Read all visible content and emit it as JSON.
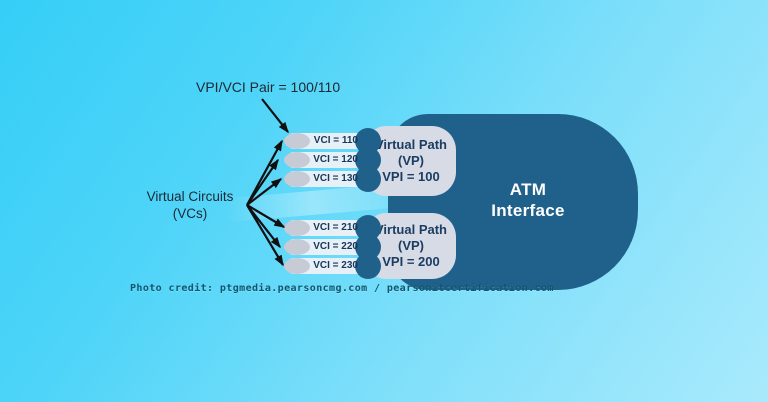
{
  "labels": {
    "vpi_vci_pair": "VPI/VCI Pair = 100/110",
    "virtual_circuits_line1": "Virtual Circuits",
    "virtual_circuits_line2": "(VCs)"
  },
  "vp_groups": [
    {
      "vci_labels": [
        "VCI = 110",
        "VCI = 120",
        "VCI = 130"
      ],
      "title_line1": "Virtual Path",
      "title_line2": "(VP)",
      "vpi_line": "VPI = 100"
    },
    {
      "vci_labels": [
        "VCI = 210",
        "VCI = 220",
        "VCI = 230"
      ],
      "title_line1": "Virtual Path",
      "title_line2": "(VP)",
      "vpi_line": "VPI = 200"
    }
  ],
  "atm": {
    "line1": "ATM",
    "line2": "Interface"
  },
  "credit": {
    "text": "Photo credit: ptgmedia.pearsoncmg.com / pearsonitcertification.com"
  },
  "colors": {
    "background_top_left": "#35cef7",
    "background_bottom_right": "#a9eafc",
    "atm_body": "#20618c",
    "vp_capsule": "#d6dbe5",
    "vc_tube": "#e7f0f6",
    "vc_ellipse": "#c7cbd6",
    "arrow": "#101010",
    "dark_text": "#1c2834",
    "vp_text": "#1c3c62",
    "atm_text": "#ffffff",
    "credit_text": "#11566f"
  }
}
